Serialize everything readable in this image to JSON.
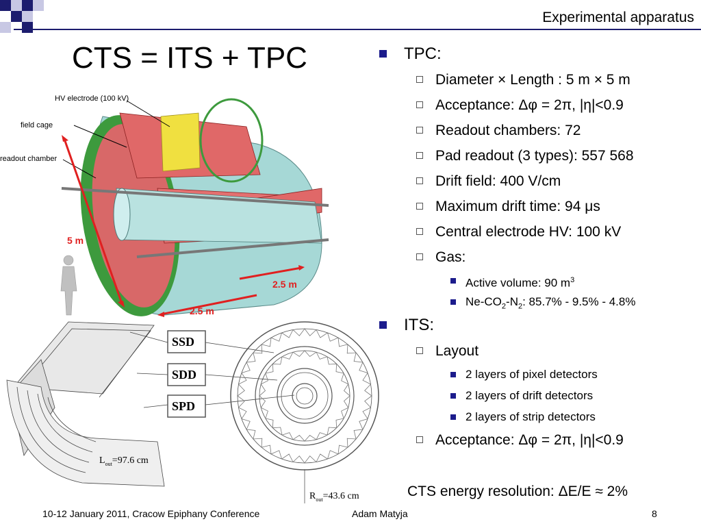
{
  "header": {
    "section_title": "Experimental apparatus"
  },
  "slide": {
    "title": "CTS = ITS + TPC"
  },
  "figure": {
    "labels": {
      "hv": "HV electrode (100 kV)",
      "cage": "field cage",
      "readout": "readout chamber",
      "five_m": "5 m",
      "two_five_a": "2.5 m",
      "two_five_b": "2.5 m",
      "ssd": "SSD",
      "sdd": "SDD",
      "spd": "SPD",
      "lout": "L",
      "lout_sub": "out",
      "lout_val": "=97.6 cm",
      "rout": "R",
      "rout_sub": "out",
      "rout_val": "=43.6  cm"
    }
  },
  "content": {
    "tpc": {
      "title": "TPC:",
      "items": [
        "Diameter × Length : 5 m × 5 m",
        "Acceptance: Δφ = 2π, |η|<0.9",
        "Readout chambers: 72",
        "Pad readout (3 types): 557 568",
        "Drift field: 400 V/cm",
        "Maximum drift time: 94 μs",
        "Central electrode HV: 100 kV",
        "Gas:"
      ],
      "gas": {
        "volume_label": "Active volume: 90 m",
        "volume_sup": "3",
        "mix_p1": "Ne-CO",
        "mix_sub1": "2",
        "mix_p2": "-N",
        "mix_sub2": "2",
        "mix_p3": ": 85.7% - 9.5% - 4.8%"
      }
    },
    "its": {
      "title": "ITS:",
      "layout_label": "Layout",
      "layout_items": [
        "2 layers of pixel detectors",
        "2 layers of drift detectors",
        "2 layers of strip detectors"
      ],
      "acceptance": "Acceptance: Δφ = 2π, |η|<0.9"
    },
    "energy_resolution": "CTS energy resolution: ΔE/E ≈ 2%"
  },
  "footer": {
    "conference": "10-12 January 2011, Cracow Epiphany Conference",
    "author": "Adam Matyja",
    "page": "8"
  },
  "colors": {
    "accent": "#1c1c8c",
    "tpc_red": "#e06060",
    "tpc_cyan": "#a6d8d6",
    "tpc_green": "#3d9a3d",
    "electrode_yellow": "#f0e040",
    "arrow_red": "#e02020"
  }
}
